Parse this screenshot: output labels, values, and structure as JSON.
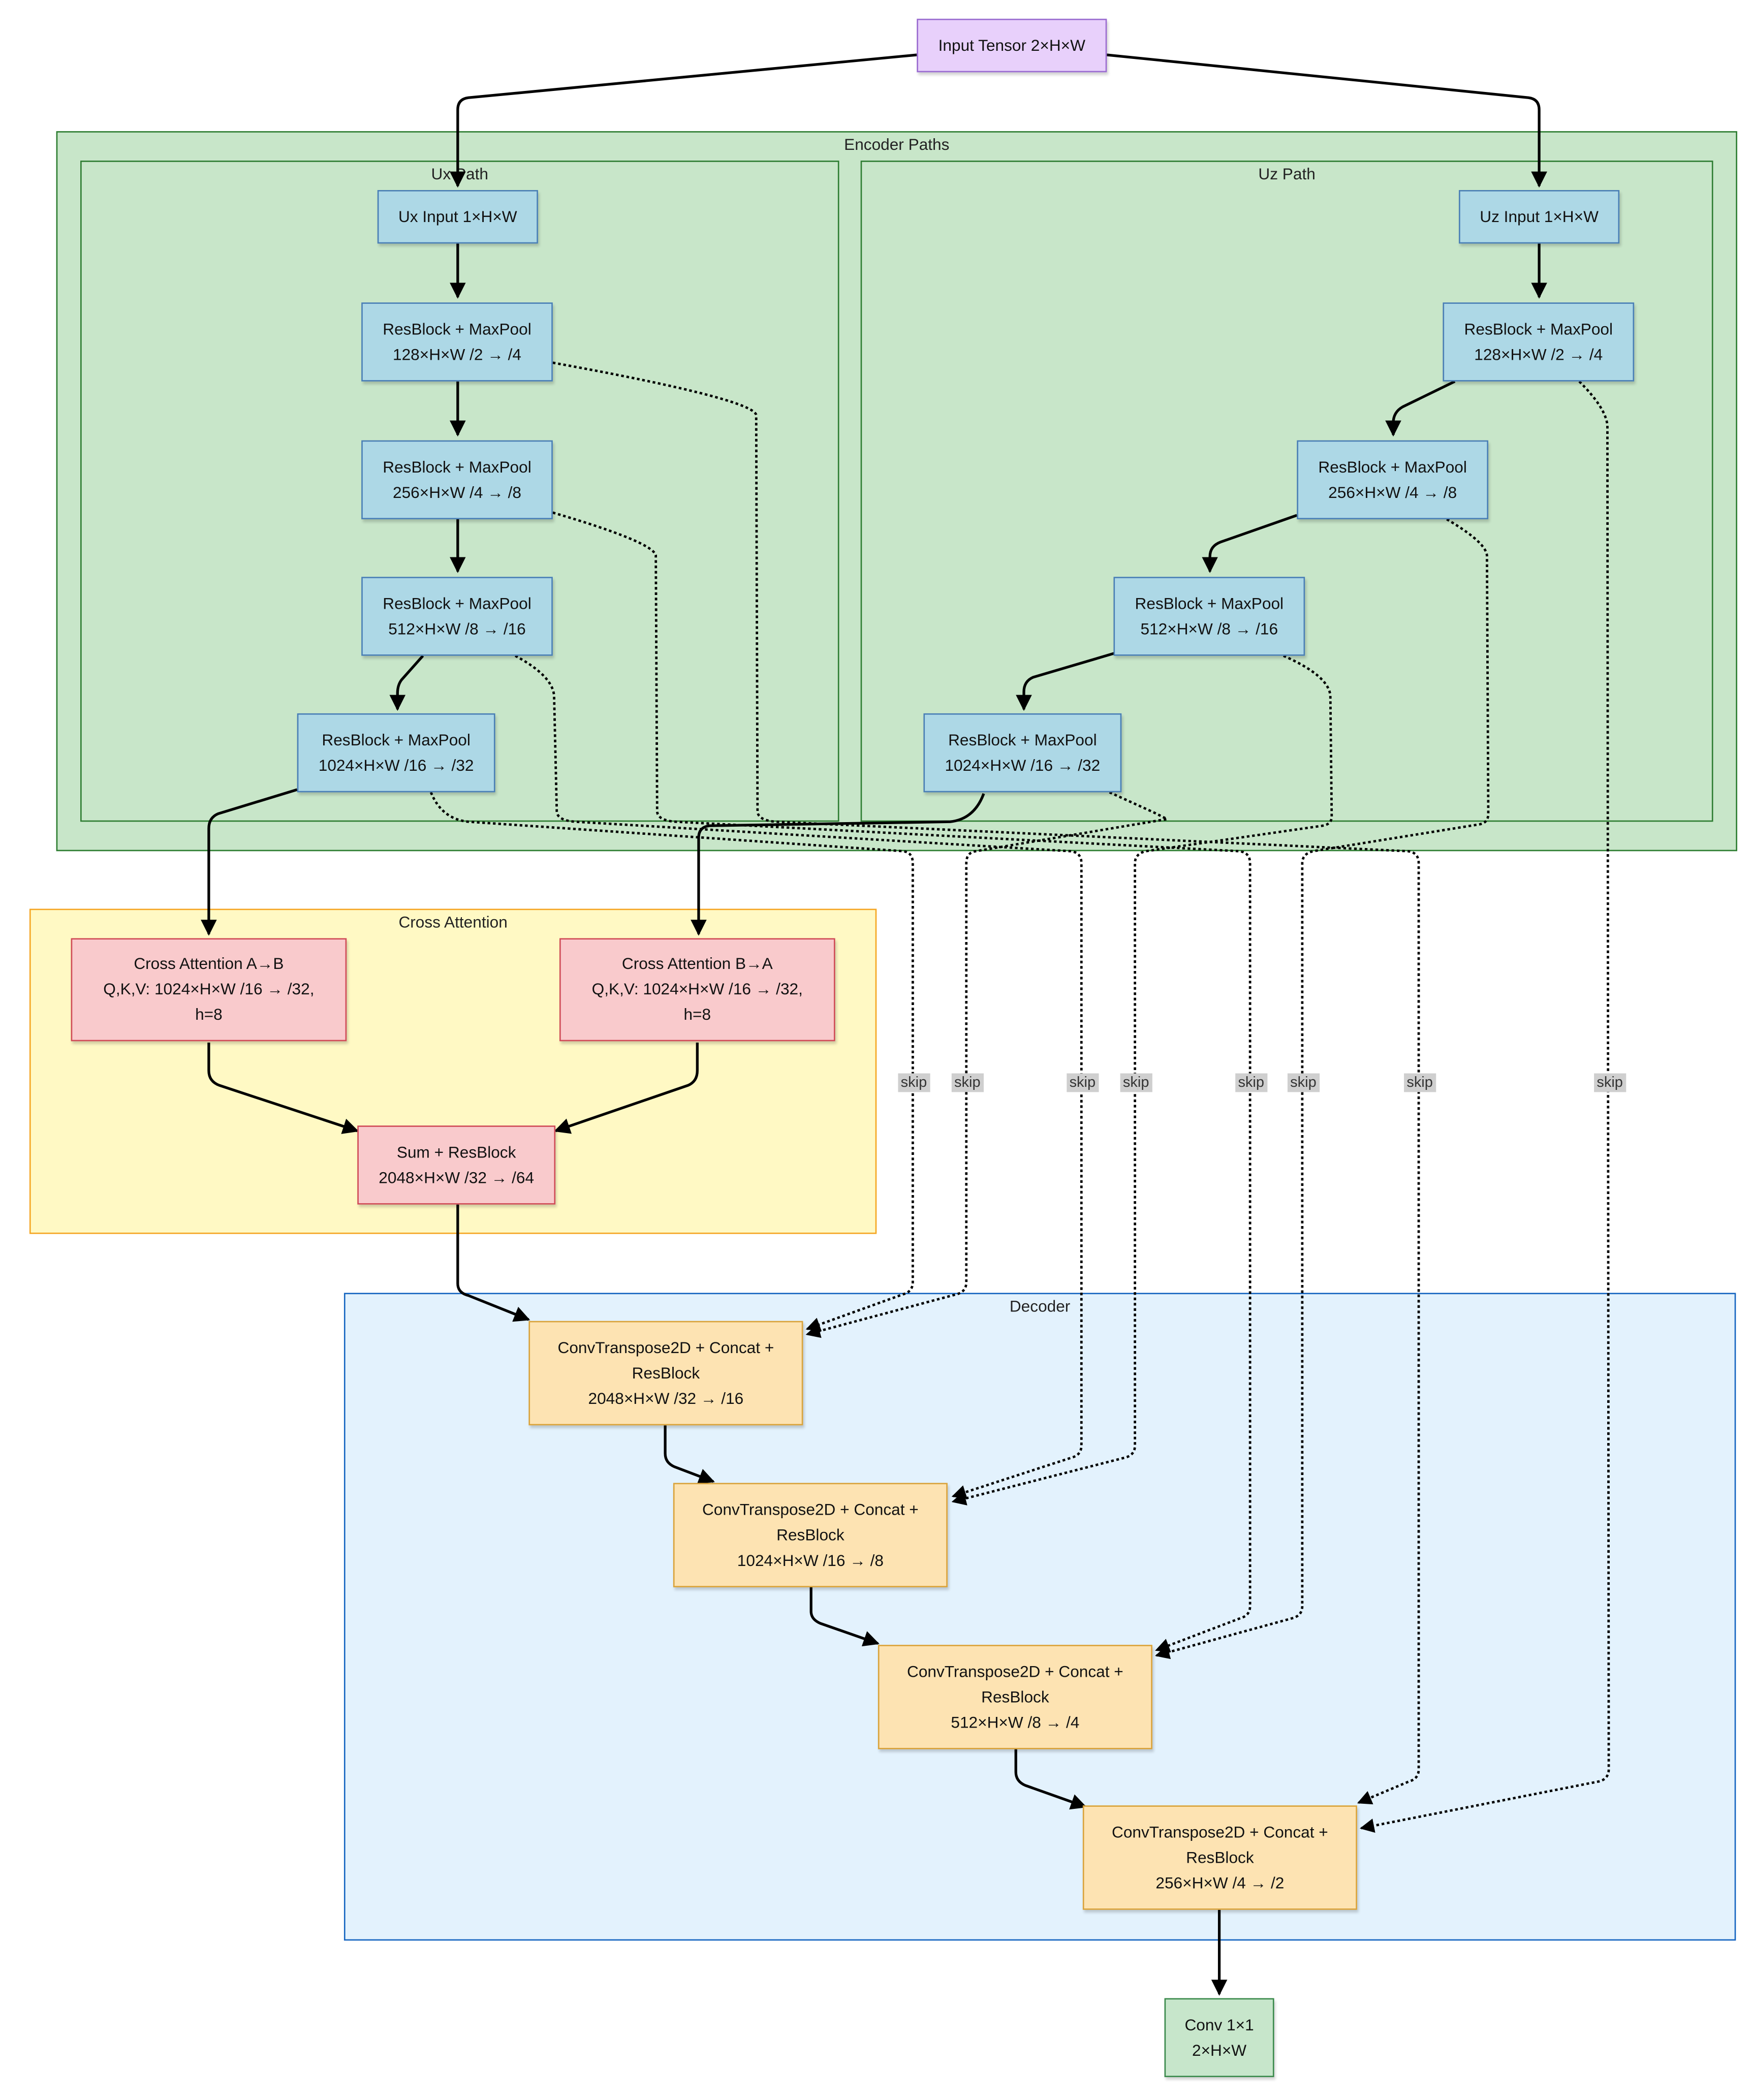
{
  "clusters": {
    "encoder": "Encoder Paths",
    "ux": "Ux Path",
    "uz": "Uz Path",
    "cross": "Cross Attention",
    "decoder": "Decoder"
  },
  "nodes": {
    "input": [
      "Input Tensor 2×H×W"
    ],
    "ux_in": [
      "Ux Input 1×H×W"
    ],
    "ux1": [
      "ResBlock + MaxPool",
      "128×H×W /2 → /4"
    ],
    "ux2": [
      "ResBlock + MaxPool",
      "256×H×W /4 → /8"
    ],
    "ux3": [
      "ResBlock + MaxPool",
      "512×H×W /8 → /16"
    ],
    "ux4": [
      "ResBlock + MaxPool",
      "1024×H×W /16 → /32"
    ],
    "uz_in": [
      "Uz Input 1×H×W"
    ],
    "uz1": [
      "ResBlock + MaxPool",
      "128×H×W /2 → /4"
    ],
    "uz2": [
      "ResBlock + MaxPool",
      "256×H×W /4 → /8"
    ],
    "uz3": [
      "ResBlock + MaxPool",
      "512×H×W /8 → /16"
    ],
    "uz4": [
      "ResBlock + MaxPool",
      "1024×H×W /16 → /32"
    ],
    "caAB": [
      "Cross Attention A→B",
      "Q,K,V: 1024×H×W /16 → /32,",
      "h=8"
    ],
    "caBA": [
      "Cross Attention B→A",
      "Q,K,V: 1024×H×W /16 → /32,",
      "h=8"
    ],
    "sum": [
      "Sum + ResBlock",
      "2048×H×W /32 → /64"
    ],
    "d1": [
      "ConvTranspose2D + Concat +",
      "ResBlock",
      "2048×H×W /32 → /16"
    ],
    "d2": [
      "ConvTranspose2D + Concat +",
      "ResBlock",
      "1024×H×W /16 → /8"
    ],
    "d3": [
      "ConvTranspose2D + Concat +",
      "ResBlock",
      "512×H×W /8 → /4"
    ],
    "d4": [
      "ConvTranspose2D + Concat +",
      "ResBlock",
      "256×H×W /4 → /2"
    ],
    "out": [
      "Conv 1×1",
      "2×H×W"
    ]
  },
  "skip_label": "skip",
  "colors": {
    "encoder_fill": "#c8e6c9",
    "encoder_border": "#2e7d32",
    "cross_fill": "#fff9c4",
    "cross_border": "#f5a623",
    "decoder_fill": "#e3f2fd",
    "decoder_border": "#1565c0",
    "edge": "#000000"
  }
}
